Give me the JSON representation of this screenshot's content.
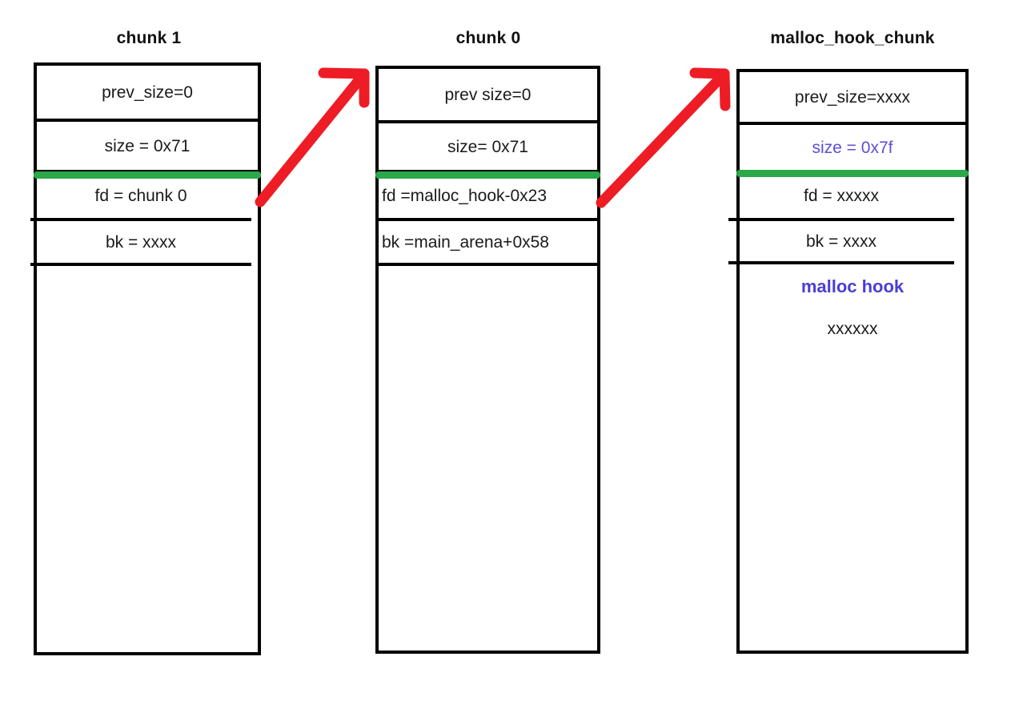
{
  "diagram": {
    "title": "heap chunk layout with malloc_hook overlap",
    "colors": {
      "outline": "#000000",
      "separator_green": "#2aa84a",
      "arrow_red": "#ee1c25",
      "accent_blue": "#5a4fd8",
      "text": "#1a1a1a",
      "background": "#ffffff"
    }
  },
  "chunks": [
    {
      "id": "chunk-1",
      "title": "chunk 1",
      "fields": [
        {
          "name": "prev-size",
          "text": "prev_size=0"
        },
        {
          "name": "size",
          "text": "size =   0x71"
        },
        {
          "name": "fd",
          "text": "fd = chunk 0"
        },
        {
          "name": "bk",
          "text": "bk = xxxx"
        }
      ],
      "has_green_separator": true
    },
    {
      "id": "chunk-0",
      "title": "chunk 0",
      "fields": [
        {
          "name": "prev-size",
          "text": "prev size=0"
        },
        {
          "name": "size",
          "text": "size=  0x71"
        },
        {
          "name": "fd",
          "text": "fd =malloc_hook-0x23"
        },
        {
          "name": "bk",
          "text": "bk =main_arena+0x58"
        }
      ],
      "has_green_separator": true
    },
    {
      "id": "malloc-hook-chunk",
      "title": "malloc_hook_chunk",
      "fields": [
        {
          "name": "prev-size",
          "text": "prev_size=xxxx"
        },
        {
          "name": "size",
          "text": "size = 0x7f"
        },
        {
          "name": "fd",
          "text": "fd = xxxxx"
        },
        {
          "name": "bk",
          "text": "bk = xxxx"
        },
        {
          "name": "malloc-hook-label",
          "text": "malloc hook"
        },
        {
          "name": "malloc-hook-value",
          "text": "xxxxxx"
        }
      ],
      "has_green_separator": true
    }
  ],
  "arrows": [
    {
      "name": "arrow-chunk1-fd-to-chunk0",
      "from": "chunk 1 fd",
      "to": "chunk 0"
    },
    {
      "name": "arrow-chunk0-fd-to-malloc-hook-chunk",
      "from": "chunk 0 fd",
      "to": "malloc_hook_chunk"
    }
  ]
}
